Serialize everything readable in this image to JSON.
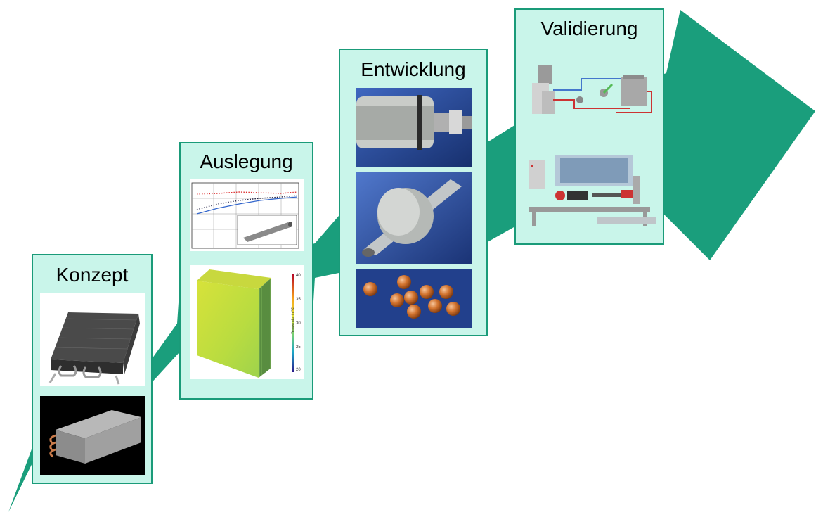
{
  "stages": [
    {
      "id": "konzept",
      "title": "Konzept"
    },
    {
      "id": "auslegung",
      "title": "Auslegung"
    },
    {
      "id": "entwicklung",
      "title": "Entwicklung"
    },
    {
      "id": "validierung",
      "title": "Validierung"
    }
  ],
  "colorbar": {
    "ticks": [
      "40",
      "35",
      "30",
      "25",
      "20"
    ],
    "label": "Temperatur in °C"
  },
  "colors": {
    "arrow": "#1a9e7c",
    "stage_fill": "#c9f5ea",
    "stage_border": "#1a9b79"
  }
}
